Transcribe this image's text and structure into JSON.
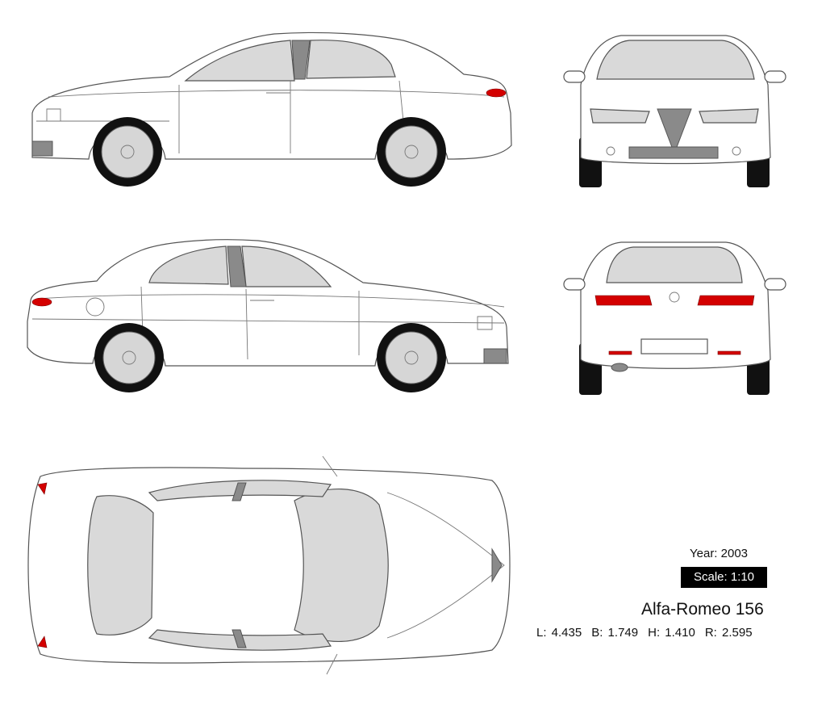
{
  "model": "Alfa-Romeo 156",
  "year_label": "Year: 2003",
  "scale_label": "Scale: 1:10",
  "dimensions": {
    "length": "L: 4.435",
    "breadth": "B: 1.749",
    "height": "H: 1.410",
    "wheelbase": "R: 2.595"
  },
  "views": [
    "side-left",
    "side-right",
    "front",
    "rear",
    "top"
  ],
  "colors": {
    "glass": "#d9d9d9",
    "tail_light": "#d40000",
    "tire": "#111111",
    "label_bg": "#000000"
  }
}
